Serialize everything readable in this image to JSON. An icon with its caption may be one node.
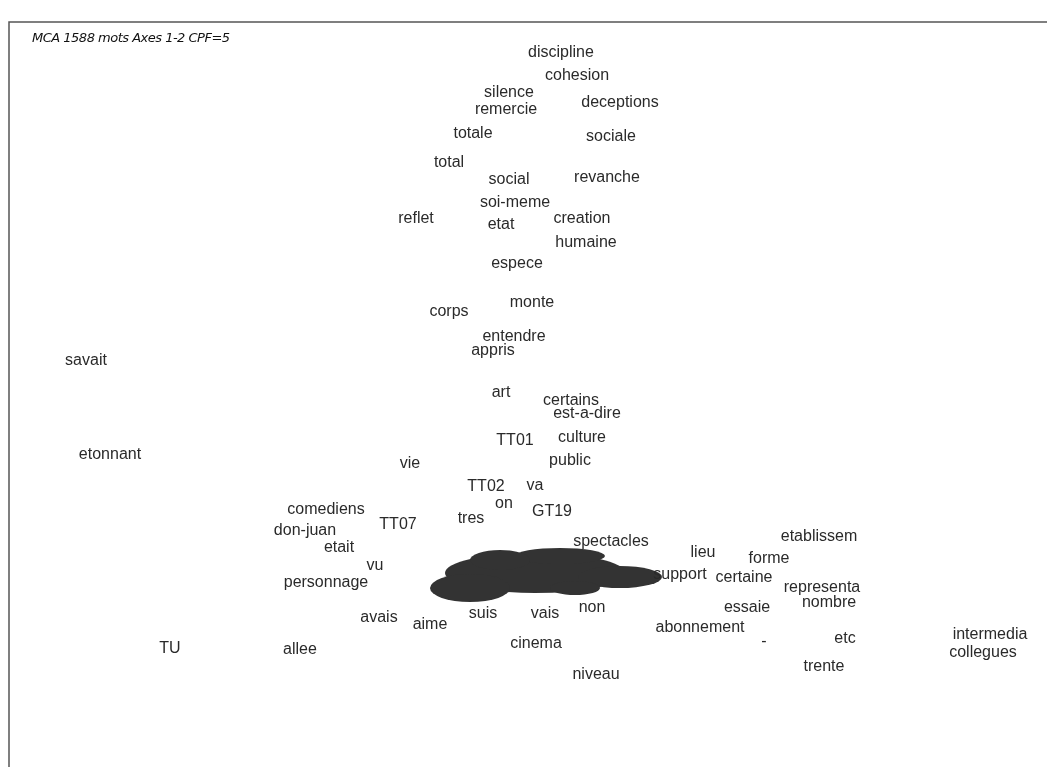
{
  "diagram": {
    "title": "MCA 1588 mots Axes 1-2 CPF=5",
    "labels": [
      "discipline",
      "cohesion",
      "silence",
      "deceptions",
      "remercie",
      "totale",
      "sociale",
      "total",
      "revanche",
      "social",
      "soi-meme",
      "reflet",
      "creation",
      "etat",
      "humaine",
      "espece",
      "monte",
      "corps",
      "entendre",
      "appris",
      "savait",
      "art",
      "certains",
      "est-a-dire",
      "culture",
      "TT01",
      "etonnant",
      "public",
      "vie",
      "TT02",
      "va",
      "on",
      "comediens",
      "GT19",
      "tres",
      "TT07",
      "don-juan",
      "etablissem",
      "spectacles",
      "etait",
      "lieu",
      "forme",
      "vu",
      "support",
      "certaine",
      "personnage",
      "representa",
      "non",
      "nombre",
      "essaie",
      "suis",
      "vais",
      "avais",
      "aime",
      "abonnement",
      "intermedia",
      "etc",
      "cinema",
      "-",
      "TU",
      "allee",
      "collegues",
      "trente",
      "niveau"
    ]
  }
}
